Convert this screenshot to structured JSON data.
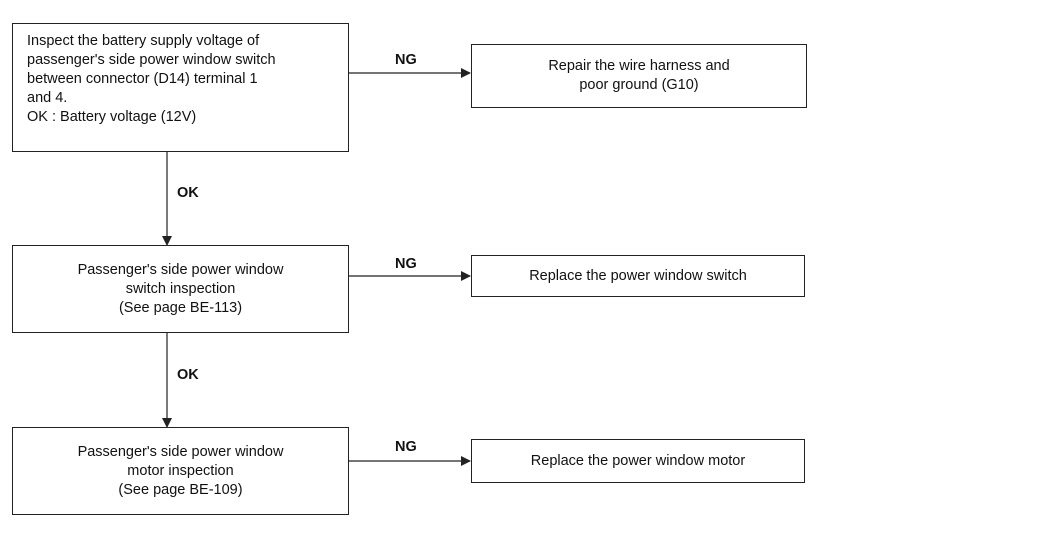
{
  "steps": [
    {
      "lines": [
        "Inspect the battery supply voltage of",
        "passenger's side power window switch",
        "between connector (D14) terminal 1",
        "and 4.",
        "OK : Battery voltage (12V)"
      ],
      "ng_label": "NG",
      "ng_action": [
        "Repair the wire harness and",
        "poor ground (G10)"
      ],
      "ok_label": "OK"
    },
    {
      "lines": [
        "Passenger's side power window",
        "switch inspection",
        "(See page BE-113)"
      ],
      "ng_label": "NG",
      "ng_action": [
        "Replace the power window switch"
      ],
      "ok_label": "OK"
    },
    {
      "lines": [
        "Passenger's side power window",
        "motor inspection",
        "(See page BE-109)"
      ],
      "ng_label": "NG",
      "ng_action": [
        "Replace the power window motor"
      ]
    }
  ]
}
